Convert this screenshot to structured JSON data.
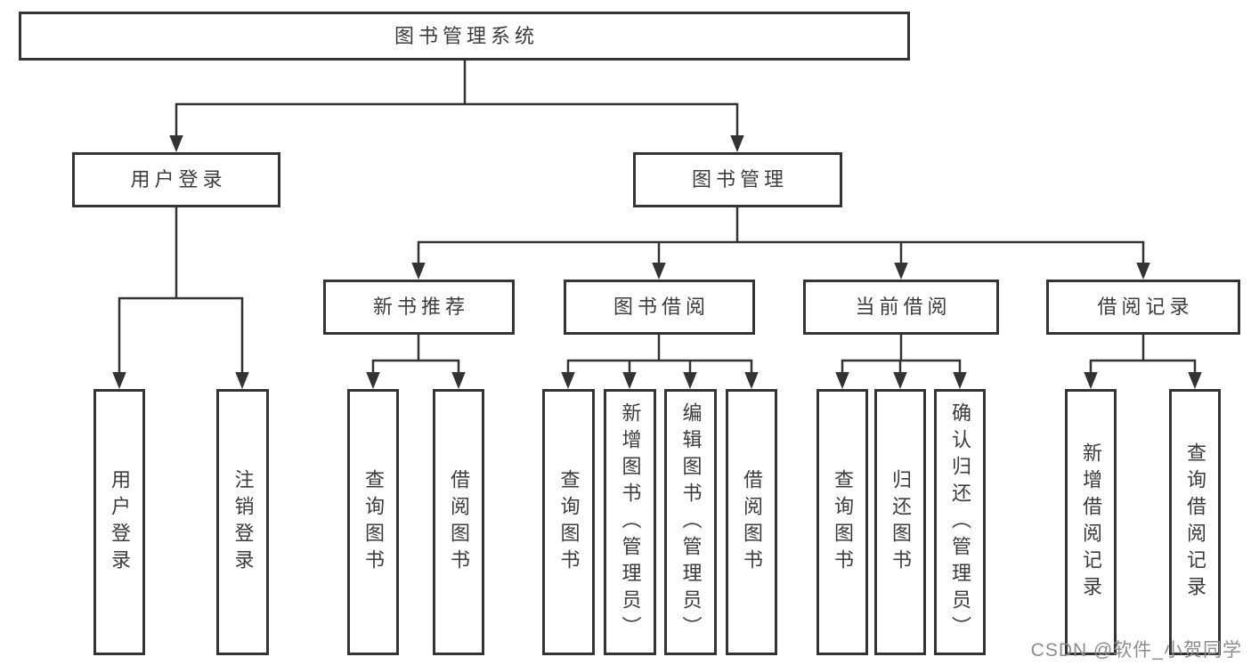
{
  "diagram": {
    "title": "图书管理系统",
    "watermark": "CSDN @软件_小贺同学",
    "colors": {
      "line": "#333333",
      "box_border": "#343434",
      "text": "#3c3c3c",
      "watermark": "#8c8c8c",
      "background": "#ffffff"
    },
    "nodes": [
      {
        "id": "root",
        "label": "图书管理系统",
        "level": 1,
        "parent": null
      },
      {
        "id": "user-login",
        "label": "用户登录",
        "level": 2,
        "parent": "root"
      },
      {
        "id": "book-management",
        "label": "图书管理",
        "level": 2,
        "parent": "root"
      },
      {
        "id": "new-book-recommendation",
        "label": "新书推荐",
        "level": 3,
        "parent": "book-management"
      },
      {
        "id": "book-borrowing",
        "label": "图书借阅",
        "level": 3,
        "parent": "book-management"
      },
      {
        "id": "current-borrowing",
        "label": "当前借阅",
        "level": 3,
        "parent": "book-management"
      },
      {
        "id": "borrowing-records",
        "label": "借阅记录",
        "level": 3,
        "parent": "book-management"
      },
      {
        "id": "leaf-user-login",
        "label": "用户登录",
        "level": 4,
        "parent": "user-login"
      },
      {
        "id": "leaf-logout",
        "label": "注销登录",
        "level": 4,
        "parent": "user-login"
      },
      {
        "id": "leaf-search-books-recommend",
        "label": "查询图书",
        "level": 4,
        "parent": "new-book-recommendation"
      },
      {
        "id": "leaf-borrow-books-recommend",
        "label": "借阅图书",
        "level": 4,
        "parent": "new-book-recommendation"
      },
      {
        "id": "leaf-search-books-borrowing",
        "label": "查询图书",
        "level": 4,
        "parent": "book-borrowing"
      },
      {
        "id": "leaf-add-books-admin",
        "label": "新增图书（管理员）",
        "level": 4,
        "parent": "book-borrowing"
      },
      {
        "id": "leaf-edit-books-admin",
        "label": "编辑图书（管理员）",
        "level": 4,
        "parent": "book-borrowing"
      },
      {
        "id": "leaf-borrow-books-borrowing",
        "label": "借阅图书",
        "level": 4,
        "parent": "book-borrowing"
      },
      {
        "id": "leaf-search-books-current",
        "label": "查询图书",
        "level": 4,
        "parent": "current-borrowing"
      },
      {
        "id": "leaf-return-books",
        "label": "归还图书",
        "level": 4,
        "parent": "current-borrowing"
      },
      {
        "id": "leaf-confirm-return-admin",
        "label": "确认归还（管理员）",
        "level": 4,
        "parent": "current-borrowing"
      },
      {
        "id": "leaf-add-borrow-record",
        "label": "新增借阅记录",
        "level": 4,
        "parent": "borrowing-records"
      },
      {
        "id": "leaf-search-borrow-record",
        "label": "查询借阅记录",
        "level": 4,
        "parent": "borrowing-records"
      }
    ]
  }
}
